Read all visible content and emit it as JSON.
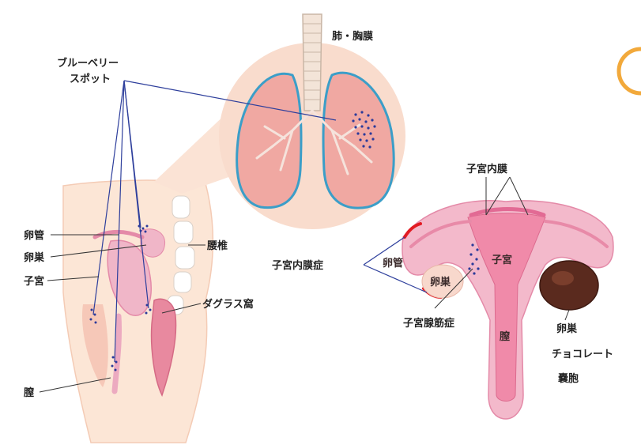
{
  "labels": {
    "lung": "肺・胸膜",
    "blueberry_1": "ブルーベリー",
    "blueberry_2": "スポット",
    "fallopian_tube": "卵管",
    "ovary": "卵巣",
    "uterus": "子宮",
    "lumbar_spine": "腰椎",
    "douglas_pouch": "ダグラス窩",
    "vagina": "膣",
    "endometrium": "子宮内膜",
    "endometriosis": "子宮内膜症",
    "uterus_tube": "卵管",
    "uterus_ovary": "卵巣",
    "uterus_center": "子宮",
    "adenomyosis": "子宮腺筋症",
    "uterus_vagina": "膣",
    "right_ovary": "卵巣",
    "chocolate_1": "チョコレート",
    "chocolate_2": "嚢胞"
  },
  "colors": {
    "leader_blue": "#2e3f9c",
    "leader_black": "#333333",
    "lung_fill": "#f0a8a2",
    "lung_outline": "#3b9ec8",
    "lung_bg": "#f9dccd",
    "body_fill": "#fce6d6",
    "uterus_fill": "#f0b6c8",
    "uterus_dark": "#e2789b",
    "dot_blue": "#2b3a9a",
    "lesion_red": "#e21b23",
    "cyst_brown": "#5a2a1e",
    "ovary_fill": "#f8d8cc",
    "accent_orange": "#f2a93b"
  }
}
